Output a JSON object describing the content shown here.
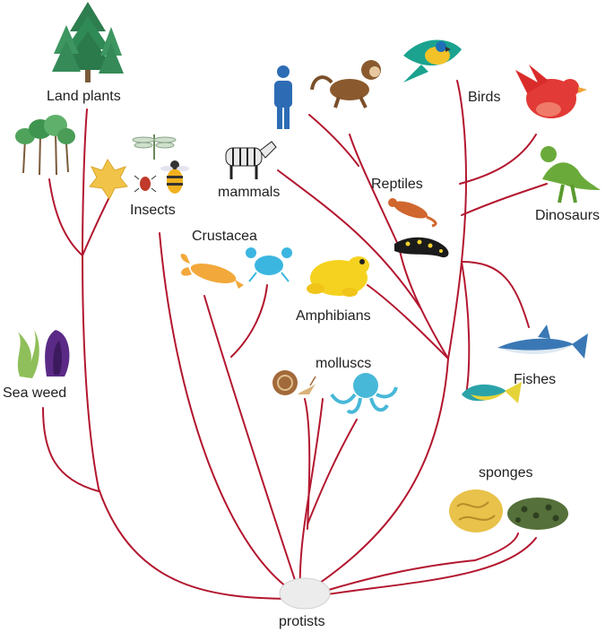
{
  "labels": {
    "land_plants": "Land plants",
    "insects": "Insects",
    "mammals": "mammals",
    "birds": "Birds",
    "reptiles": "Reptiles",
    "dinosaurs": "Dinosaurs",
    "crustacea": "Crustacea",
    "amphibians": "Amphibians",
    "sea_weed": "Sea weed",
    "molluscs": "molluscs",
    "fishes": "Fishes",
    "sponges": "sponges",
    "protists": "protists"
  },
  "colors": {
    "branch": "#b3172f",
    "text": "#1f1f1f"
  }
}
